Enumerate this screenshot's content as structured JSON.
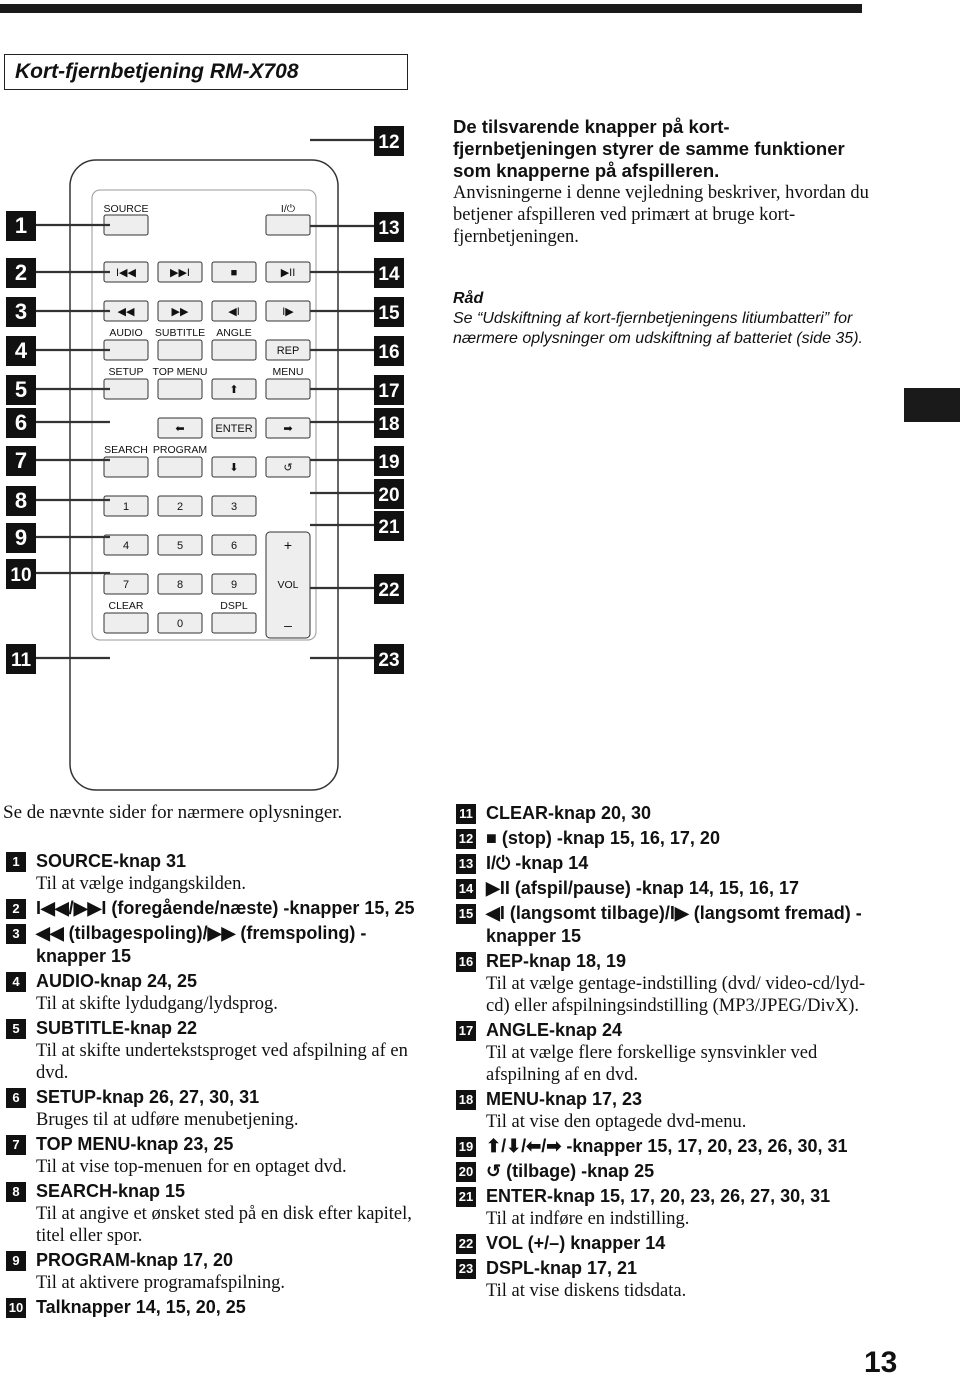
{
  "page": {
    "title": "Kort-fjernbetjening RM-X708",
    "page_number": "13"
  },
  "intro": {
    "bold": "De tilsvarende knapper på kort-fjernbetjeningen styrer de samme funktioner som knapperne på afspilleren.",
    "text": "Anvisningerne i denne vejledning beskriver, hvordan du betjener afspilleren ved primært at bruge kort-fjernbetjeningen."
  },
  "tip": {
    "title": "Råd",
    "text": "Se “Udskiftning af kort-fjernbetjeningens litiumbatteri” for nærmere oplysninger om udskiftning af batteriet (side 35)."
  },
  "diagram": {
    "labels": {
      "source": "SOURCE",
      "power": "I/⏻",
      "audio": "AUDIO",
      "subtitle": "SUBTITLE",
      "angle": "ANGLE",
      "rep": "REP",
      "setup": "SETUP",
      "top_menu": "TOP MENU",
      "menu": "MENU",
      "enter": "ENTER",
      "search": "SEARCH",
      "program": "PROGRAM",
      "vol": "VOL",
      "clear": "CLEAR",
      "dspl": "DSPL",
      "plus": "+",
      "minus": "–"
    },
    "digits": [
      "1",
      "2",
      "3",
      "4",
      "5",
      "6",
      "7",
      "8",
      "9",
      "0"
    ],
    "callouts_left": [
      "1",
      "2",
      "3",
      "4",
      "5",
      "6",
      "7",
      "8",
      "9",
      "10",
      "11"
    ],
    "callouts_right": [
      "12",
      "13",
      "14",
      "15",
      "16",
      "17",
      "18",
      "19",
      "20",
      "21",
      "22",
      "23"
    ]
  },
  "note": "Se de nævnte sider for nærmere oplysninger.",
  "items_left": [
    {
      "n": "1",
      "head": "SOURCE-knap  31",
      "desc": "Til at vælge indgangskilden."
    },
    {
      "n": "2",
      "head": "I◀◀/▶▶I (foregående/næste) -knapper  15, 25",
      "desc": ""
    },
    {
      "n": "3",
      "head": "◀◀ (tilbagespoling)/▶▶ (fremspoling) -knapper  15",
      "desc": ""
    },
    {
      "n": "4",
      "head": "AUDIO-knap  24, 25",
      "desc": "Til at skifte lydudgang/lydsprog."
    },
    {
      "n": "5",
      "head": "SUBTITLE-knap  22",
      "desc": "Til at skifte undertekstsproget ved afspilning af en dvd."
    },
    {
      "n": "6",
      "head": "SETUP-knap  26, 27, 30, 31",
      "desc": "Bruges til at udføre menubetjening."
    },
    {
      "n": "7",
      "head": "TOP MENU-knap  23, 25",
      "desc": "Til at vise top-menuen for en optaget dvd."
    },
    {
      "n": "8",
      "head": "SEARCH-knap  15",
      "desc": "Til at angive et ønsket sted på en disk efter kapitel, titel eller spor."
    },
    {
      "n": "9",
      "head": "PROGRAM-knap  17, 20",
      "desc": "Til at aktivere programafspilning."
    },
    {
      "n": "10",
      "head": "Talknapper  14, 15, 20, 25",
      "desc": ""
    }
  ],
  "items_right": [
    {
      "n": "11",
      "head": "CLEAR-knap  20, 30",
      "desc": ""
    },
    {
      "n": "12",
      "head": "■ (stop) -knap  15, 16, 17, 20",
      "desc": ""
    },
    {
      "n": "13",
      "head": "I/⏻ -knap  14",
      "desc": ""
    },
    {
      "n": "14",
      "head": "▶II (afspil/pause) -knap  14, 15, 16, 17",
      "desc": ""
    },
    {
      "n": "15",
      "head": "◀I (langsomt tilbage)/I▶ (langsomt fremad) -knapper  15",
      "desc": ""
    },
    {
      "n": "16",
      "head": "REP-knap  18, 19",
      "desc": "Til at vælge gentage-indstilling (dvd/ video-cd/lyd-cd) eller afspilningsindstilling (MP3/JPEG/DivX)."
    },
    {
      "n": "17",
      "head": "ANGLE-knap  24",
      "desc": "Til at vælge flere forskellige synsvinkler ved afspilning af en dvd."
    },
    {
      "n": "18",
      "head": "MENU-knap  17, 23",
      "desc": "Til at vise den optagede dvd-menu."
    },
    {
      "n": "19",
      "head": "⬆/⬇/⬅/➡ -knapper  15, 17, 20, 23, 26, 30, 31",
      "desc": ""
    },
    {
      "n": "20",
      "head": "↺ (tilbage) -knap  25",
      "desc": ""
    },
    {
      "n": "21",
      "head": "ENTER-knap  15, 17, 20, 23, 26, 27, 30, 31",
      "desc": "Til at indføre en indstilling."
    },
    {
      "n": "22",
      "head": "VOL (+/–) knapper  14",
      "desc": ""
    },
    {
      "n": "23",
      "head": "DSPL-knap  17, 21",
      "desc": "Til at vise diskens tidsdata."
    }
  ]
}
